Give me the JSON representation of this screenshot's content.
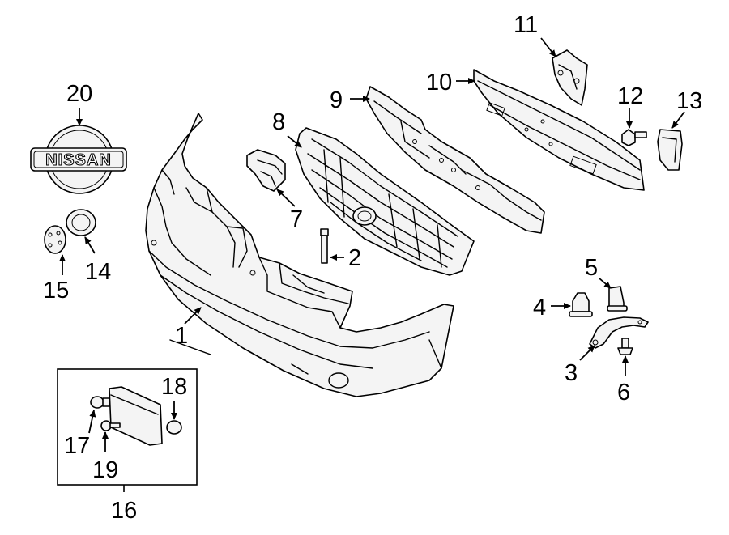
{
  "diagram": {
    "brand_badge_text": "NISSAN",
    "callouts": [
      {
        "id": "1",
        "label": "1"
      },
      {
        "id": "2",
        "label": "2"
      },
      {
        "id": "3",
        "label": "3"
      },
      {
        "id": "4",
        "label": "4"
      },
      {
        "id": "5",
        "label": "5"
      },
      {
        "id": "6",
        "label": "6"
      },
      {
        "id": "7",
        "label": "7"
      },
      {
        "id": "8",
        "label": "8"
      },
      {
        "id": "9",
        "label": "9"
      },
      {
        "id": "10",
        "label": "10"
      },
      {
        "id": "11",
        "label": "11"
      },
      {
        "id": "12",
        "label": "12"
      },
      {
        "id": "13",
        "label": "13"
      },
      {
        "id": "14",
        "label": "14"
      },
      {
        "id": "15",
        "label": "15"
      },
      {
        "id": "16",
        "label": "16"
      },
      {
        "id": "17",
        "label": "17"
      },
      {
        "id": "18",
        "label": "18"
      },
      {
        "id": "19",
        "label": "19"
      },
      {
        "id": "20",
        "label": "20"
      }
    ]
  }
}
